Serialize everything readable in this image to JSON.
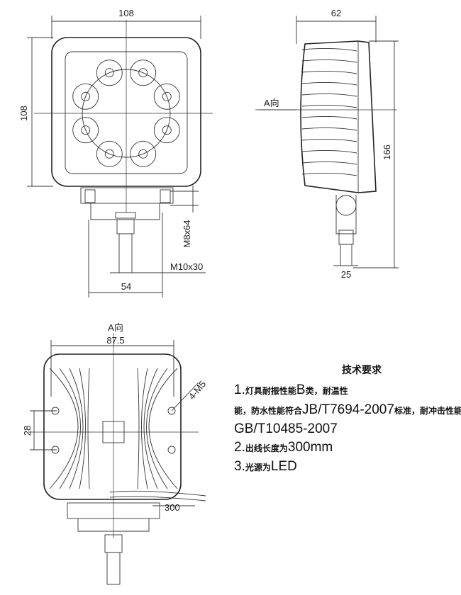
{
  "top_view": {
    "width_dim": "108",
    "height_dim": "108",
    "bolt_dim": "M8x64",
    "thread_dim": "M10x30",
    "bracket_dim": "54"
  },
  "side_view": {
    "depth_dim": "62",
    "view_label": "A向",
    "height_dim": "166",
    "bracket_dim": "25"
  },
  "rear_view": {
    "view_label": "A向",
    "width_dim": "87.5",
    "hole_spacing_dim": "28",
    "hole_note": "4-M5",
    "cable_dim": "300"
  },
  "tech_requirements": {
    "title": "技术要求",
    "line1_a": "1.",
    "line1_b": "灯具耐振性能",
    "line1_c": "B",
    "line1_d": "类，耐温性",
    "line2_a": "能，防水性能符合",
    "line2_b": "JB/T7694-2007",
    "line2_c": "标准，耐冲击性能符合",
    "line3": "GB/T10485-2007",
    "line4_a": "2.",
    "line4_b": "出线长度为",
    "line4_c": "300mm",
    "line5_a": "3.",
    "line5_b": "光源为",
    "line5_c": "LED"
  }
}
